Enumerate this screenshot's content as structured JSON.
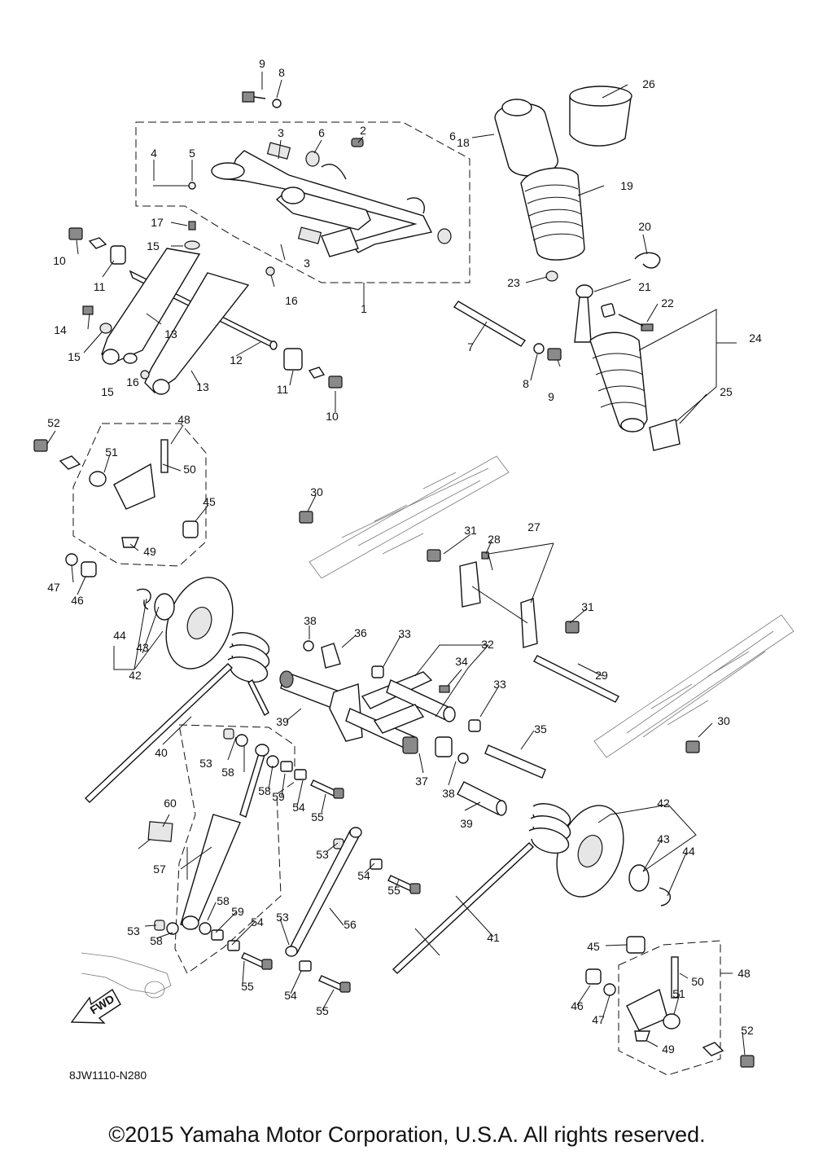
{
  "diagram_code": "8JW1110-N280",
  "copyright": "©2015 Yamaha Motor Corporation, U.S.A. All rights reserved.",
  "direction_tag": "FWD",
  "callouts": [
    "1",
    "2",
    "3",
    "4",
    "5",
    "6",
    "7",
    "8",
    "9",
    "10",
    "11",
    "12",
    "13",
    "14",
    "15",
    "16",
    "17",
    "18",
    "19",
    "20",
    "21",
    "22",
    "23",
    "24",
    "25",
    "26",
    "27",
    "28",
    "29",
    "30",
    "31",
    "32",
    "33",
    "34",
    "35",
    "36",
    "37",
    "38",
    "39",
    "40",
    "41",
    "42",
    "43",
    "44",
    "45",
    "46",
    "47",
    "48",
    "49",
    "50",
    "51",
    "52",
    "53",
    "54",
    "55",
    "56",
    "57",
    "58",
    "59",
    "60"
  ]
}
